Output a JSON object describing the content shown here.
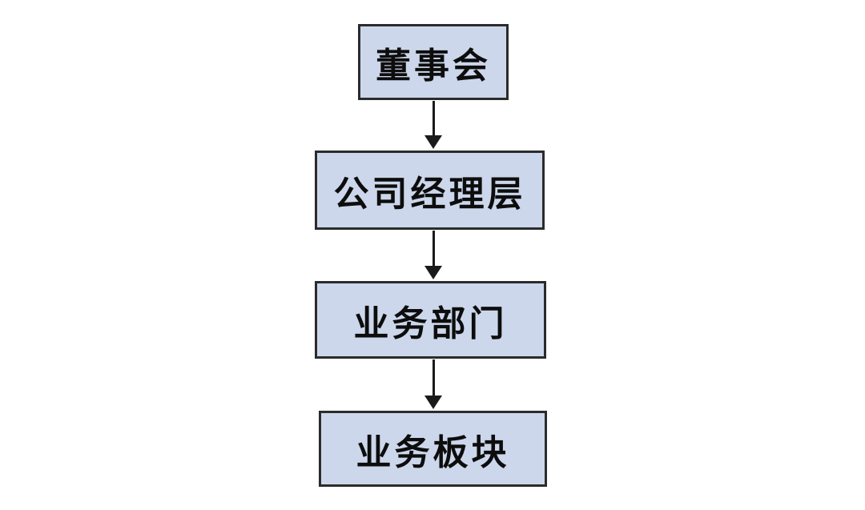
{
  "diagram": {
    "type": "flowchart",
    "direction": "top-down",
    "background": "#ffffff",
    "node_fill": "#ccd7eb",
    "node_border": "#2b2b2b",
    "arrow_color": "#1a1a1a",
    "text_color": "#0d0d0d",
    "nodes": [
      {
        "id": "board",
        "label": "董事会"
      },
      {
        "id": "management",
        "label": "公司经理层"
      },
      {
        "id": "department",
        "label": "业务部门"
      },
      {
        "id": "segment",
        "label": "业务板块"
      }
    ],
    "edges": [
      {
        "from": "board",
        "to": "management",
        "style": "arrow-down"
      },
      {
        "from": "management",
        "to": "department",
        "style": "arrow-down"
      },
      {
        "from": "department",
        "to": "segment",
        "style": "arrow-down"
      }
    ]
  }
}
